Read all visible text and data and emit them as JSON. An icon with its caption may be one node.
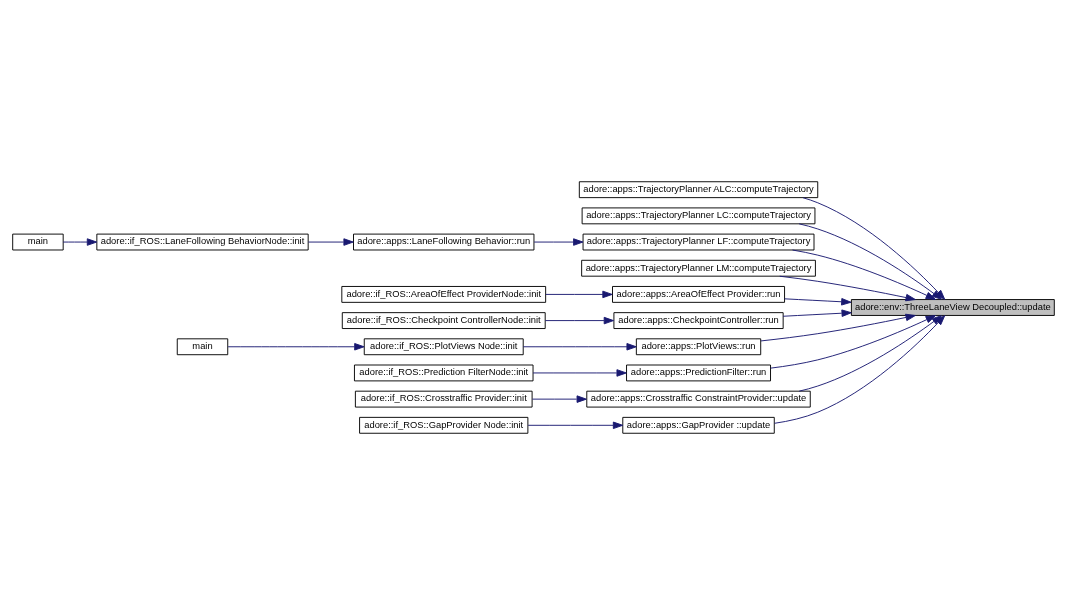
{
  "diagram": {
    "nodes": [
      {
        "text": [
          "adore::apps::TrajectoryPlanner ALC::computeTrajectory"
        ]
      },
      {
        "text": [
          "adore::apps::TrajectoryPlanner LC::computeTrajectory"
        ]
      },
      {
        "text": [
          "main"
        ]
      },
      {
        "text": [
          "adore::if_ROS::LaneFollowing BehaviorNode::init"
        ]
      },
      {
        "text": [
          "adore::apps::LaneFollowing Behavior::run"
        ]
      },
      {
        "text": [
          "adore::apps::TrajectoryPlanner LF::computeTrajectory"
        ]
      },
      {
        "text": [
          "adore::apps::TrajectoryPlanner LM::computeTrajectory"
        ]
      },
      {
        "text": [
          "adore::if_ROS::AreaOfEffect ProviderNode::init"
        ]
      },
      {
        "text": [
          "adore::apps::AreaOfEffect Provider::run"
        ]
      },
      {
        "text": [
          "adore::env::ThreeLaneView Decoupled::update"
        ]
      },
      {
        "text": [
          "adore::if_ROS::Checkpoint ControllerNode::init"
        ]
      },
      {
        "text": [
          "adore::apps::CheckpointController::run"
        ]
      },
      {
        "text": [
          "main"
        ]
      },
      {
        "text": [
          "adore::if_ROS::PlotViews Node::init"
        ]
      },
      {
        "text": [
          "adore::apps::PlotViews::run"
        ]
      },
      {
        "text": [
          "adore::if_ROS::Prediction FilterNode::init"
        ]
      },
      {
        "text": [
          "adore::apps::PredictionFilter::run"
        ]
      },
      {
        "text": [
          "adore::if_ROS::Crosstraffic Provider::init"
        ]
      },
      {
        "text": [
          "adore::apps::Crosstraffic ConstraintProvider::update"
        ]
      },
      {
        "text": [
          "adore::if_ROS::GapProvider Node::init"
        ]
      },
      {
        "text": [
          "adore::apps::GapProvider ::update"
        ]
      }
    ],
    "edges": [
      {
        "from": 2,
        "to": 3,
        "arrow": "to"
      },
      {
        "from": 3,
        "to": 4,
        "arrow": "to"
      },
      {
        "from": 4,
        "to": 5,
        "arrow": "to"
      },
      {
        "from": 0,
        "to": 9,
        "arrow": "to"
      },
      {
        "from": 1,
        "to": 9,
        "arrow": "to"
      },
      {
        "from": 5,
        "to": 9,
        "arrow": "to"
      },
      {
        "from": 6,
        "to": 9,
        "arrow": "to"
      },
      {
        "from": 7,
        "to": 8,
        "arrow": "to"
      },
      {
        "from": 8,
        "to": 9,
        "arrow": "to"
      },
      {
        "from": 10,
        "to": 11,
        "arrow": "to"
      },
      {
        "from": 11,
        "to": 9,
        "arrow": "to"
      },
      {
        "from": 12,
        "to": 13,
        "arrow": "to"
      },
      {
        "from": 13,
        "to": 14,
        "arrow": "to"
      },
      {
        "from": 14,
        "to": 9,
        "arrow": "to"
      },
      {
        "from": 15,
        "to": 16,
        "arrow": "to"
      },
      {
        "from": 16,
        "to": 9,
        "arrow": "to"
      },
      {
        "from": 17,
        "to": 18,
        "arrow": "to"
      },
      {
        "from": 18,
        "to": 9,
        "arrow": "to"
      },
      {
        "from": 19,
        "to": 20,
        "arrow": "to"
      },
      {
        "from": 20,
        "to": 9,
        "arrow": "to"
      }
    ]
  }
}
